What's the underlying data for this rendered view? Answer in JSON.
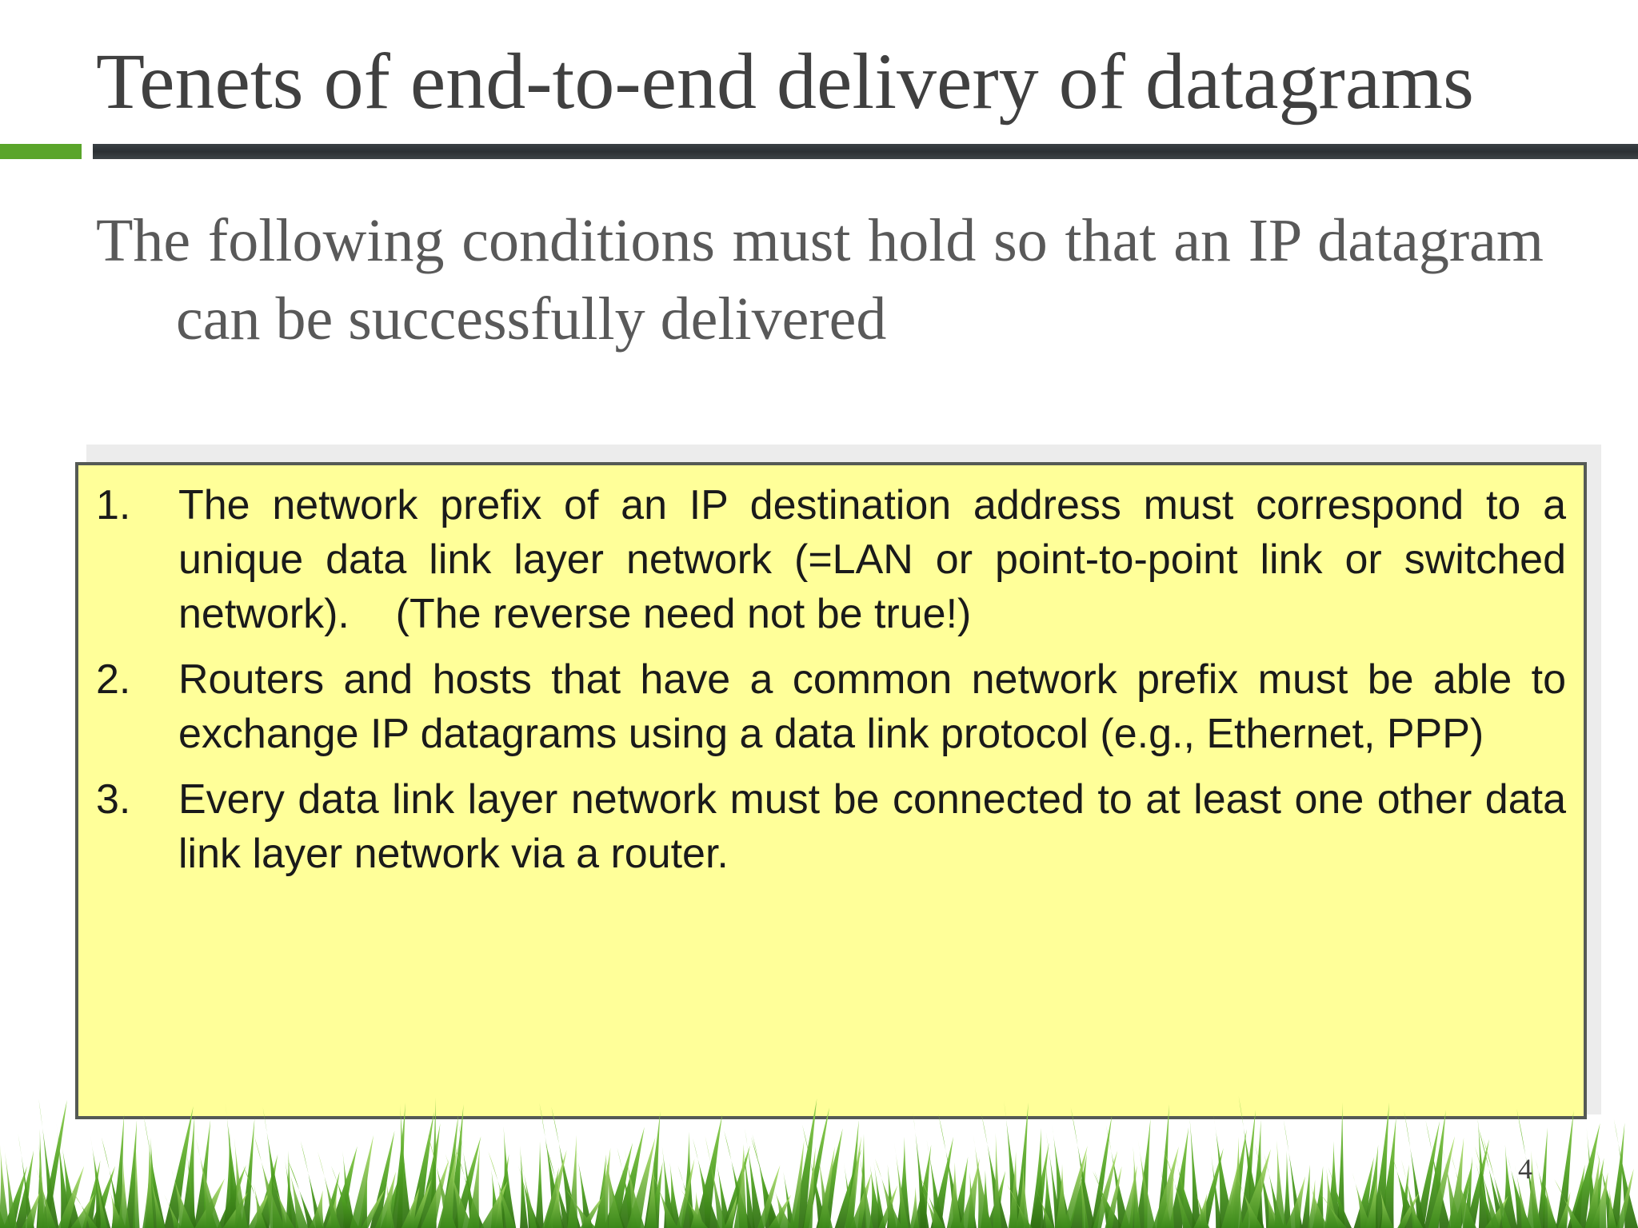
{
  "slide": {
    "title": "Tenets of end-to-end delivery of datagrams",
    "intro": "The following conditions must hold so that an IP datagram can be successfully delivered",
    "conditions": [
      {
        "number": "1.",
        "text": "The network prefix of an IP destination address must correspond to a unique data link layer network (=LAN or point-to-point link or switched network).    (The reverse need not be true!)"
      },
      {
        "number": "2.",
        "text": "Routers and hosts that have a common network prefix must be able to exchange IP datagrams using a data link protocol (e.g., Ethernet, PPP)"
      },
      {
        "number": "3.",
        "text": "Every data link layer network must be connected to at least one other data link layer network via a router."
      }
    ],
    "page_number": "4"
  },
  "colors": {
    "accent_green": "#5aa52a",
    "title_bar_dark": "#2b3034",
    "box_fill": "#ffff99",
    "box_border": "#555a55",
    "title_text": "#404040",
    "intro_text": "#595959"
  }
}
